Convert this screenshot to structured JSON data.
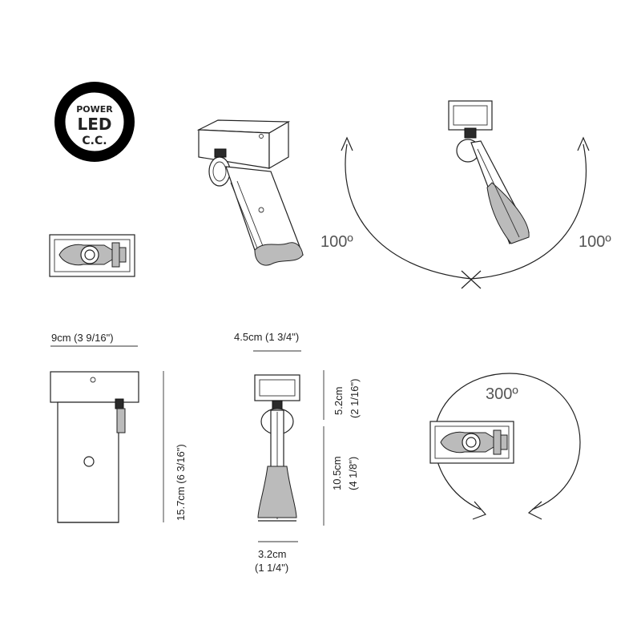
{
  "badge": {
    "line1": "POWER",
    "line2": "LED",
    "line3": "C.C."
  },
  "rotation": {
    "left_angle": "100º",
    "right_angle": "100º",
    "spin_angle": "300º"
  },
  "dimensions": {
    "width_top": "9cm (3 9/16\")",
    "height_total": "15.7cm (6 3/16\")",
    "base_width": "4.5cm (1 3/4\")",
    "base_height_cm": "5.2cm",
    "base_height_in": "(2 1/16\")",
    "arm_length_cm": "10.5cm",
    "arm_length_in": "(4 1/8\")",
    "head_width_cm": "3.2cm",
    "head_width_in": "(1 1/4\")"
  },
  "colors": {
    "line": "#222222",
    "badge_ring": "#000000"
  }
}
